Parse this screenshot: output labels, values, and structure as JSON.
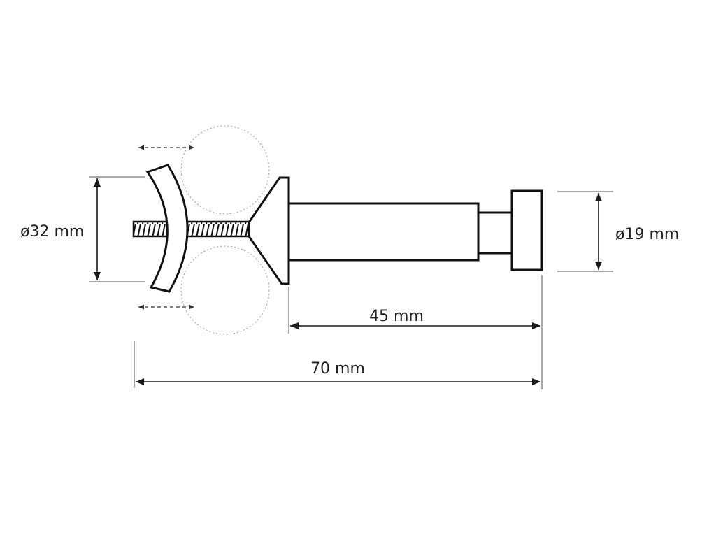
{
  "diagram": {
    "type": "technical-drawing",
    "subject": "expanding tube-to-wall mounting bolt",
    "line_color": "#111111",
    "ghost_color": "#9a9a9a",
    "background": "#ffffff"
  },
  "dimensions": {
    "mount_diameter": "ø32 mm",
    "end_cap_diameter": "ø19 mm",
    "body_length": "45 mm",
    "total_length": "70 mm"
  }
}
